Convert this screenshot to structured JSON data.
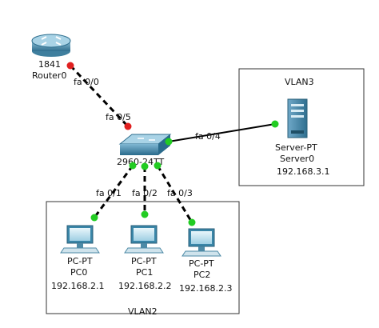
{
  "topology": {
    "router": {
      "model": "1841",
      "name": "Router0"
    },
    "switch": {
      "model_name": "2960-24TT"
    },
    "server": {
      "model": "Server-PT",
      "name": "Server0",
      "ip": "192.168.3.1"
    },
    "pcs": [
      {
        "model": "PC-PT",
        "name": "PC0",
        "ip": "192.168.2.1"
      },
      {
        "model": "PC-PT",
        "name": "PC1",
        "ip": "192.168.2.2"
      },
      {
        "model": "PC-PT",
        "name": "PC2",
        "ip": "192.168.2.3"
      }
    ],
    "ports": {
      "router_fa00": "fa 0/0",
      "switch_fa05": "fa 0/5",
      "switch_fa04": "fa 0/4",
      "switch_fa01": "fa 0/1",
      "switch_fa02": "fa 0/2",
      "switch_fa03": "fa 0/3"
    },
    "vlans": {
      "vlan3": "VLAN3",
      "vlan2": "VLAN2"
    }
  },
  "colors": {
    "link_down_dot": "#e02020",
    "link_up_dot": "#22cc22",
    "device_blue": "#3a86a8",
    "cable": "#000000"
  },
  "icons": {
    "router": "router-icon",
    "switch": "switch-icon",
    "server": "server-icon",
    "pc": "pc-icon"
  }
}
